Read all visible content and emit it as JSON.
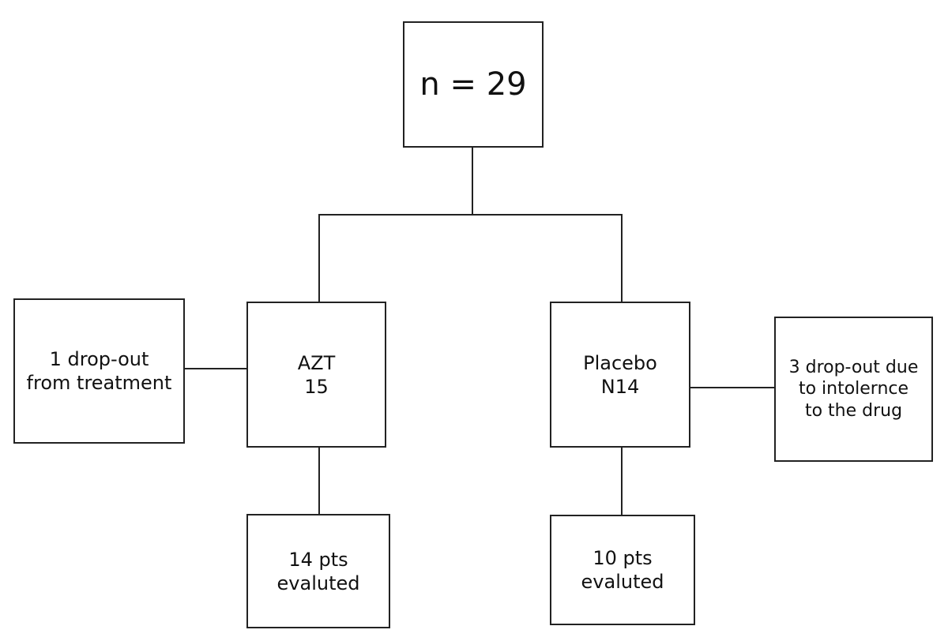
{
  "diagram": {
    "top": {
      "text": "n = 29"
    },
    "azt": {
      "line1": "AZT",
      "line2": "15"
    },
    "placebo": {
      "line1": "Placebo",
      "line2": "N14"
    },
    "dropout_left": {
      "line1": "1 drop-out",
      "line2": "from treatment"
    },
    "dropout_right": {
      "line1": "3 drop-out due",
      "line2": "to intolernce",
      "line3": "to the drug"
    },
    "eval_azt": {
      "line1": "14 pts",
      "line2": "evaluted"
    },
    "eval_placebo": {
      "line1": "10 pts",
      "line2": "evaluted"
    }
  }
}
